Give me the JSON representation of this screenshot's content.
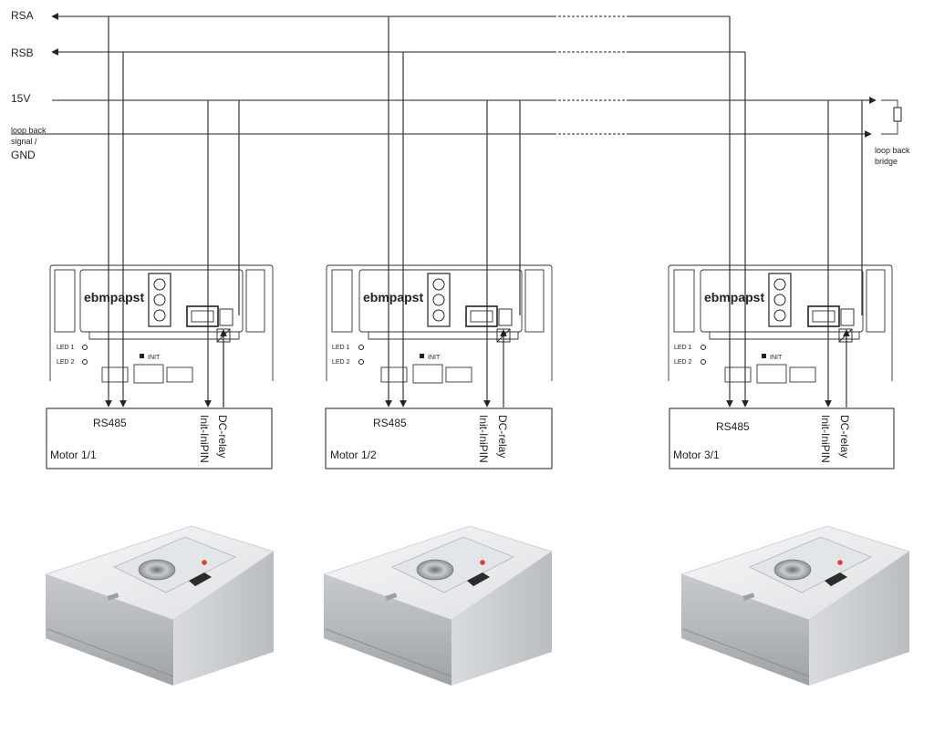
{
  "bus_lines": {
    "rsa": "RSA",
    "rsb": "RSB",
    "v15": "15V",
    "loop_back_line1": "loop back",
    "loop_back_line2": "signal /",
    "gnd": "GND"
  },
  "loop_back_bridge": {
    "line1": "loop back",
    "line2": "bridge"
  },
  "controller_board": {
    "brand": "ebmpapst",
    "led1": "LED 1",
    "led2": "LED 2",
    "init": "INIT"
  },
  "motors": [
    {
      "rs485": "RS485",
      "init_pin": "Init-IniPIN",
      "dc_relay": "DC-relay",
      "name": "Motor 1/1"
    },
    {
      "rs485": "RS485",
      "init_pin": "Init-IniPIN",
      "dc_relay": "DC-relay",
      "name": "Motor 1/2"
    },
    {
      "rs485": "RS485",
      "init_pin": "Init-IniPIN",
      "dc_relay": "DC-relay",
      "name": "Motor 3/1"
    }
  ],
  "colors": {
    "line": "#222222",
    "housing_light": "#eceeef",
    "housing_dark": "#a9adb0",
    "indicator_red": "#e53b2f"
  }
}
